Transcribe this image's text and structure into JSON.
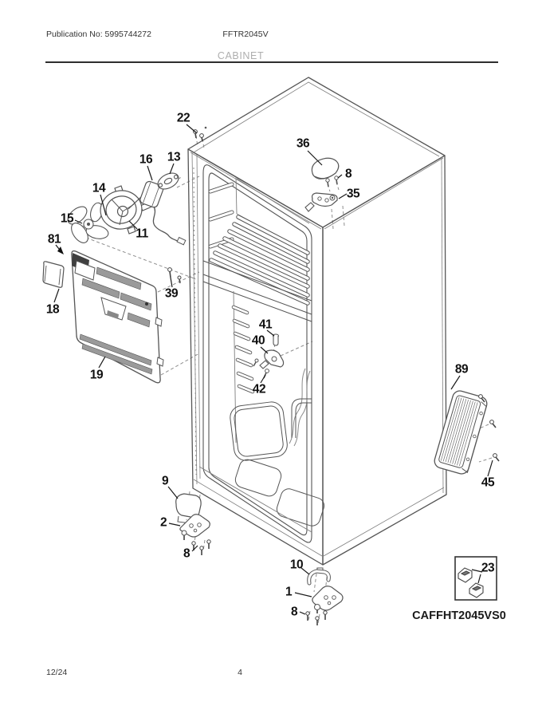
{
  "header": {
    "publication": "Publication No: 5995744272",
    "model": "FFTR2045V",
    "section_title": "CABINET"
  },
  "diagram": {
    "code": "CAFFHT2045VS0",
    "callouts": [
      {
        "label": "22"
      },
      {
        "label": "36"
      },
      {
        "label": "8"
      },
      {
        "label": "35"
      },
      {
        "label": "16"
      },
      {
        "label": "13"
      },
      {
        "label": "14"
      },
      {
        "label": "15"
      },
      {
        "label": "81"
      },
      {
        "label": "11"
      },
      {
        "label": "18"
      },
      {
        "label": "39"
      },
      {
        "label": "19"
      },
      {
        "label": "41"
      },
      {
        "label": "40"
      },
      {
        "label": "42"
      },
      {
        "label": "89"
      },
      {
        "label": "45"
      },
      {
        "label": "9"
      },
      {
        "label": "2"
      },
      {
        "label": "8"
      },
      {
        "label": "10"
      },
      {
        "label": "1"
      },
      {
        "label": "8"
      },
      {
        "label": "23"
      }
    ]
  },
  "footer": {
    "date": "12/24",
    "page": "4"
  }
}
